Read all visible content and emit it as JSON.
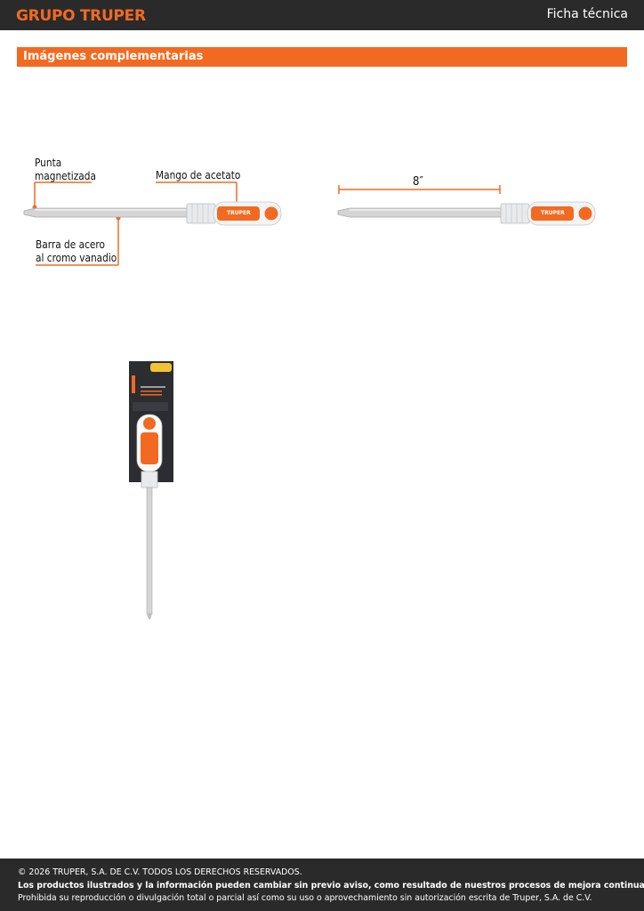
{
  "header": {
    "brand": "GRUPO TRUPER",
    "doc_type": "Ficha técnica"
  },
  "section": {
    "title": "Imágenes complementarias"
  },
  "figure_parts": {
    "tip_label_line1": "Punta",
    "tip_label_line2": "magnetizada",
    "handle_label": "Mango de acetato",
    "bar_label_line1": "Barra de acero",
    "bar_label_line2": "al cromo vanadio",
    "handle_logo": "TRUPER"
  },
  "figure_dimension": {
    "length_label": "8″",
    "handle_logo": "TRUPER"
  },
  "colors": {
    "accent": "#f26a21",
    "dark": "#2a2a2a"
  },
  "footer": {
    "copyright": "© 2026 TRUPER, S.A. DE C.V. TODOS LOS DERECHOS RESERVADOS.",
    "notice": "Los productos ilustrados y la información pueden cambiar sin previo aviso, como resultado de nuestros procesos de mejora continua.",
    "legal": "Prohibida su reproducción o divulgación total o parcial así como su uso o aprovechamiento sin autorización escrita de Truper, S.A. de C.V."
  }
}
